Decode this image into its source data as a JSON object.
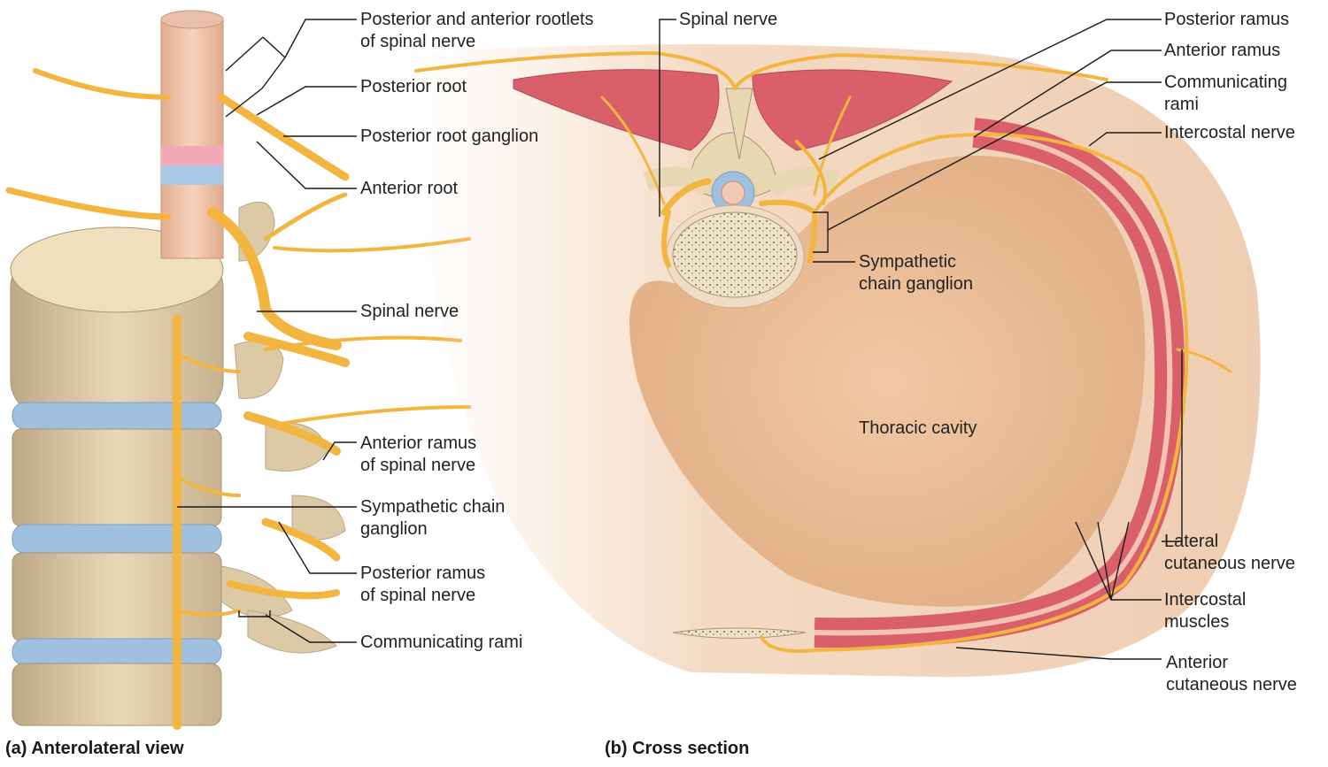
{
  "panel_a": {
    "caption": "(a) Anterolateral view",
    "labels": {
      "rootlets": [
        "Posterior and anterior rootlets",
        "of spinal nerve"
      ],
      "posterior_root": "Posterior root",
      "posterior_root_ganglion": "Posterior root ganglion",
      "anterior_root": "Anterior root",
      "spinal_nerve": "Spinal nerve",
      "anterior_ramus": [
        "Anterior ramus",
        "of spinal nerve"
      ],
      "sympathetic_chain_ganglion": [
        "Sympathetic chain",
        "ganglion"
      ],
      "posterior_ramus": [
        "Posterior ramus",
        "of spinal nerve"
      ],
      "communicating_rami": "Communicating rami"
    }
  },
  "panel_b": {
    "caption": "(b) Cross section",
    "labels": {
      "spinal_nerve": "Spinal nerve",
      "posterior_ramus": "Posterior ramus",
      "anterior_ramus": "Anterior ramus",
      "communicating_rami": [
        "Communicating",
        "rami"
      ],
      "intercostal_nerve": "Intercostal nerve",
      "sympathetic_chain_ganglion": [
        "Sympathetic",
        "chain ganglion"
      ],
      "thoracic_cavity": "Thoracic cavity",
      "lateral_cutaneous_nerve": [
        "Lateral",
        "cutaneous nerve"
      ],
      "intercostal_muscles": [
        "Intercostal",
        "muscles"
      ],
      "anterior_cutaneous_nerve": [
        "Anterior",
        "cutaneous nerve"
      ]
    }
  },
  "colors": {
    "nerve": "#f2b640",
    "bone": "#e6d3b0",
    "disc": "#9fc0df",
    "muscle": "#d9606a",
    "cavity": "#e8b488",
    "background": "#ffffff"
  }
}
